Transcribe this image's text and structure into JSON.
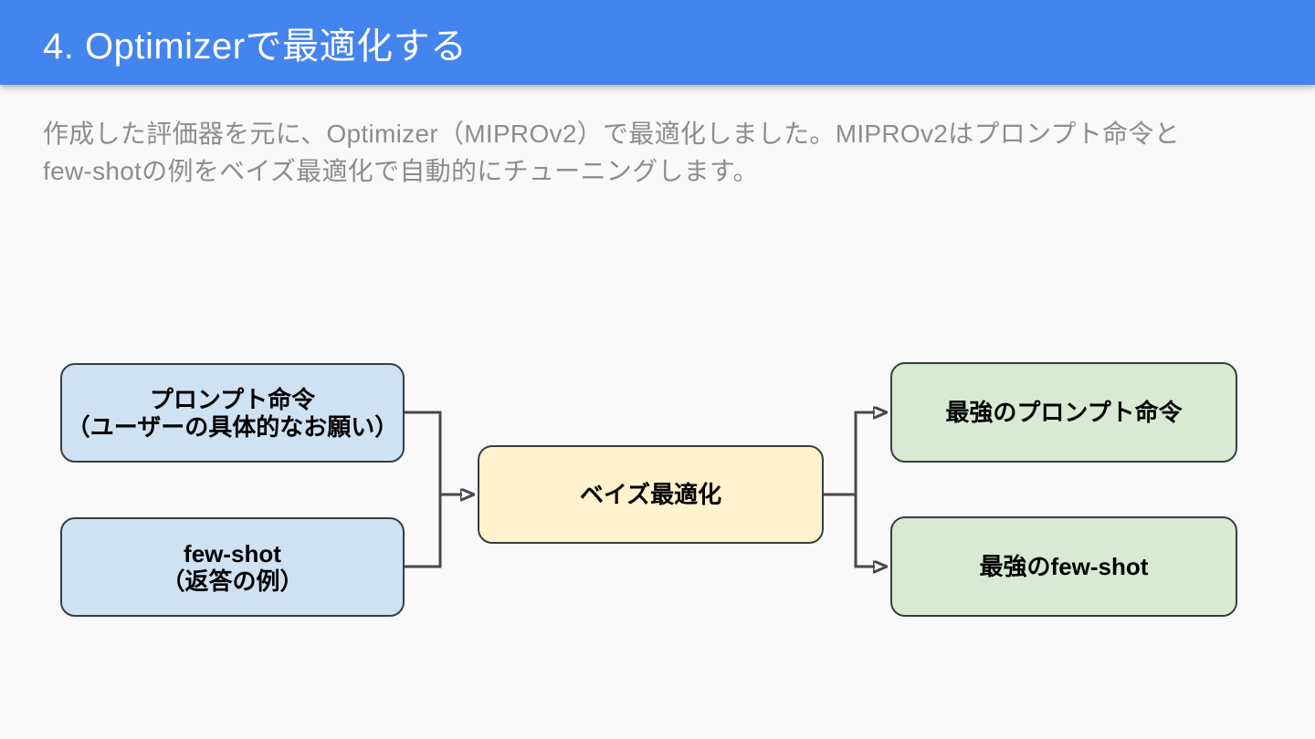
{
  "colors": {
    "header-bg": "#4484ee",
    "page-bg": "#f9f9fa",
    "title-text": "#ffffff",
    "body-text": "#8d8d8d",
    "box-blue": "#cfe2f3",
    "box-yellow": "#fff2cc",
    "box-green": "#d9ead3",
    "box-border": "#383d42",
    "box-text": "#000000",
    "connector": "#45484c"
  },
  "header": {
    "title": "4. Optimizerで最適化する"
  },
  "body": {
    "line1": "作成した評価器を元に、Optimizer（MIPROv2）で最適化しました。MIPROv2はプロンプト命令と",
    "line2": "few-shotの例をベイズ最適化で自動的にチューニングします。"
  },
  "diagram": {
    "nodes": {
      "prompt": {
        "line1": "プロンプト命令",
        "line2": "（ユーザーの具体的なお願い）"
      },
      "fewshot": {
        "line1": "few-shot",
        "line2": "（返答の例）"
      },
      "bayes": {
        "line1": "ベイズ最適化"
      },
      "best_prompt": {
        "line1": "最強のプロンプト命令"
      },
      "best_fewshot": {
        "line1": "最強のfew-shot"
      }
    }
  }
}
